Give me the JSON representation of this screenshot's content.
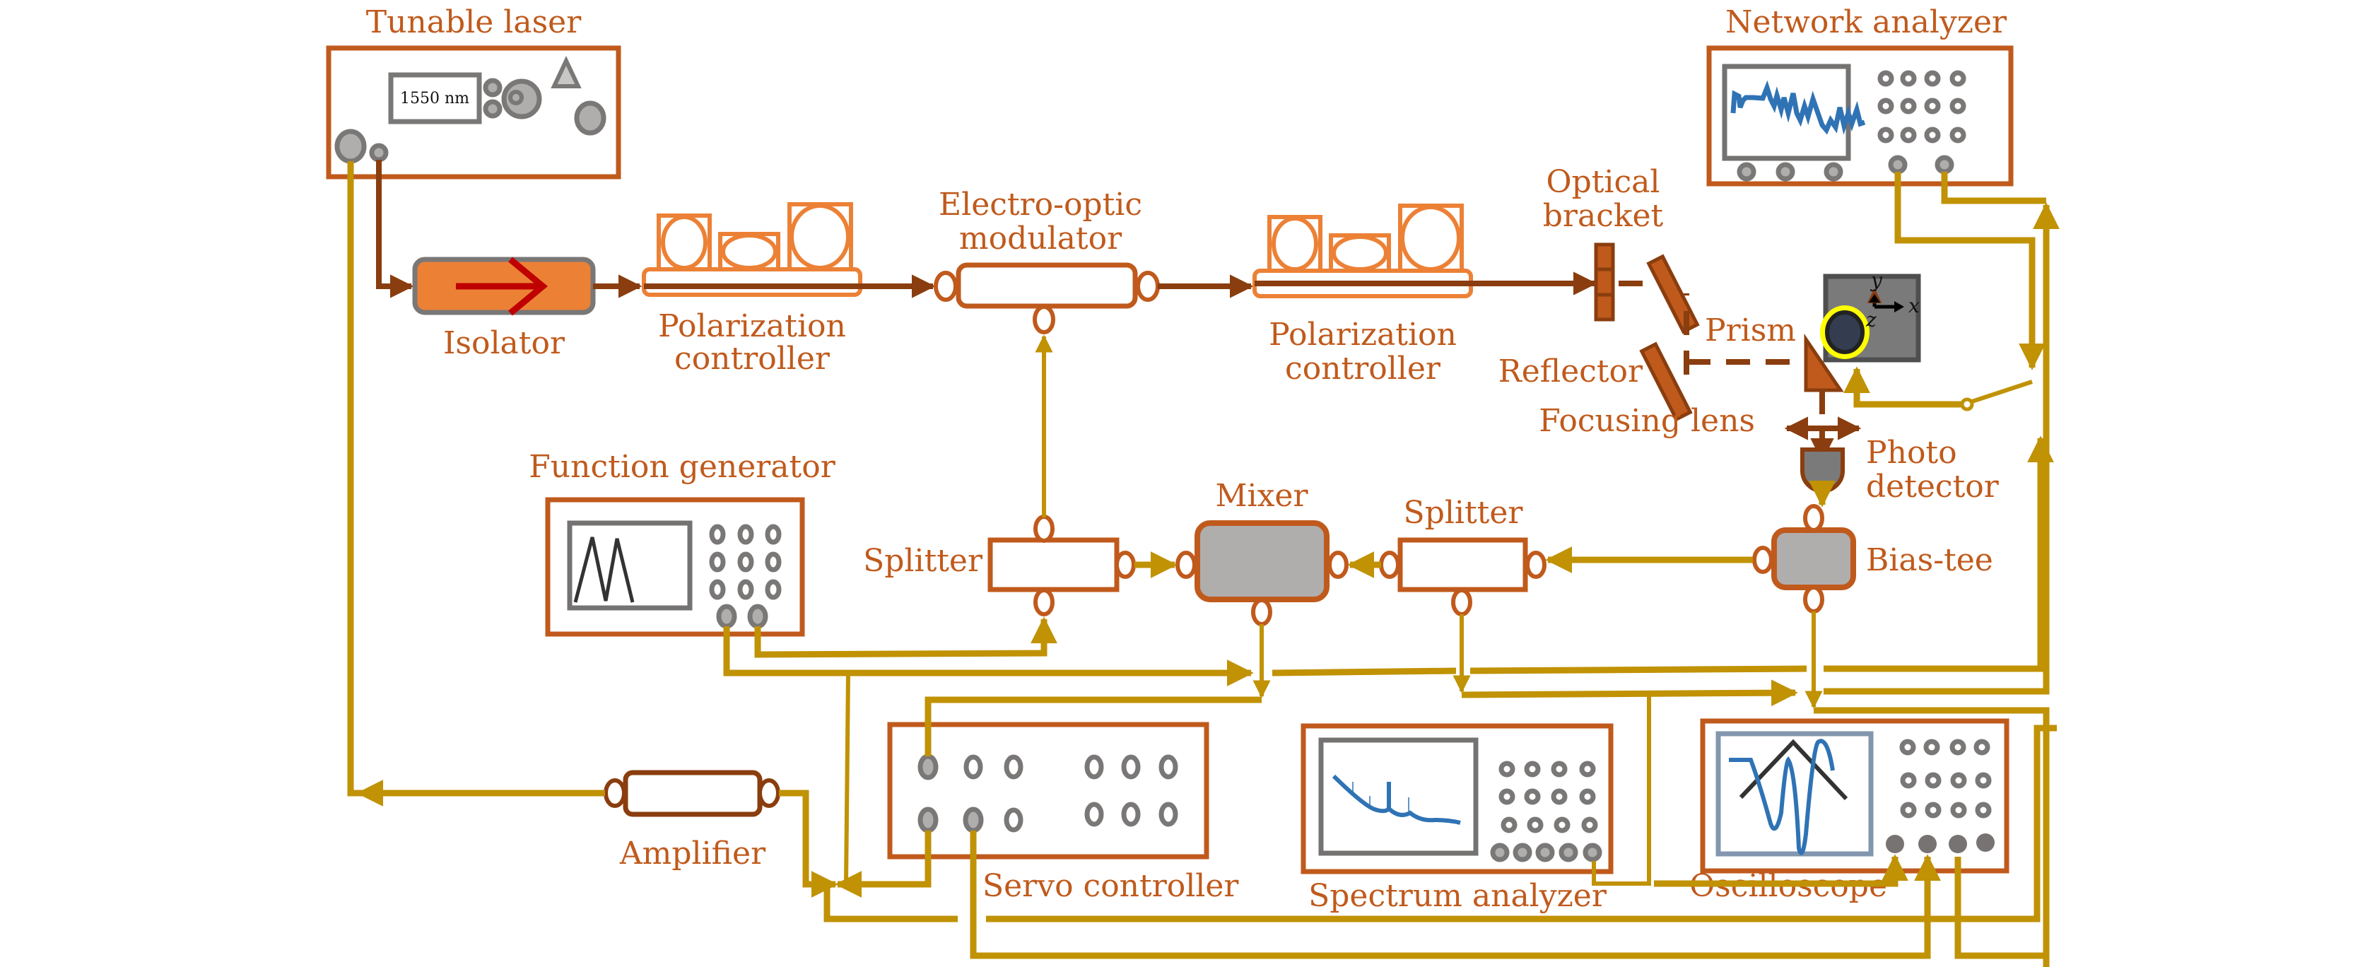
{
  "figure": {
    "title": "Optical measurement and control setup diagram",
    "colors": {
      "label": "#c05a1c",
      "instrument_border": "#c05a1c",
      "electrical_wire": "#c09204",
      "optical_fiber": "#8a3d0e",
      "isolator_fill": "#ec8136",
      "isolator_arrow": "#c00000",
      "polarization_controller": "#ec8136",
      "mixer_fill": "#b0adad",
      "trace_blue": "#2f73b5",
      "resonator_highlight": "#ffff00",
      "sample_stage": "#7a7a7a"
    }
  },
  "components": {
    "tunable_laser": {
      "label": "Tunable laser",
      "display": "1550 nm"
    },
    "isolator": {
      "label": "Isolator"
    },
    "polarization_controller_1": {
      "label_line1": "Polarization",
      "label_line2": "controller"
    },
    "eo_modulator": {
      "label_line1": "Electro-optic",
      "label_line2": "modulator"
    },
    "polarization_controller_2": {
      "label_line1": "Polarization",
      "label_line2": "controller"
    },
    "optical_bracket": {
      "label_line1": "Optical",
      "label_line2": "bracket"
    },
    "reflector": {
      "label": "Reflector"
    },
    "prism": {
      "label": "Prism"
    },
    "focusing_lens": {
      "label": "Focusing lens"
    },
    "photodetector": {
      "label_line1": "Photo",
      "label_line2": "detector"
    },
    "network_analyzer": {
      "label": "Network analyzer"
    },
    "function_generator": {
      "label": "Function generator"
    },
    "splitter_1": {
      "label": "Splitter"
    },
    "mixer": {
      "label": "Mixer"
    },
    "splitter_2": {
      "label": "Splitter"
    },
    "bias_tee": {
      "label": "Bias-tee"
    },
    "amplifier": {
      "label": "Amplifier"
    },
    "servo_controller": {
      "label": "Servo controller"
    },
    "spectrum_analyzer": {
      "label": "Spectrum analyzer"
    },
    "oscilloscope": {
      "label": "Oscilloscope"
    },
    "sample_axes": {
      "x": "x",
      "y": "y",
      "z": "z"
    }
  }
}
